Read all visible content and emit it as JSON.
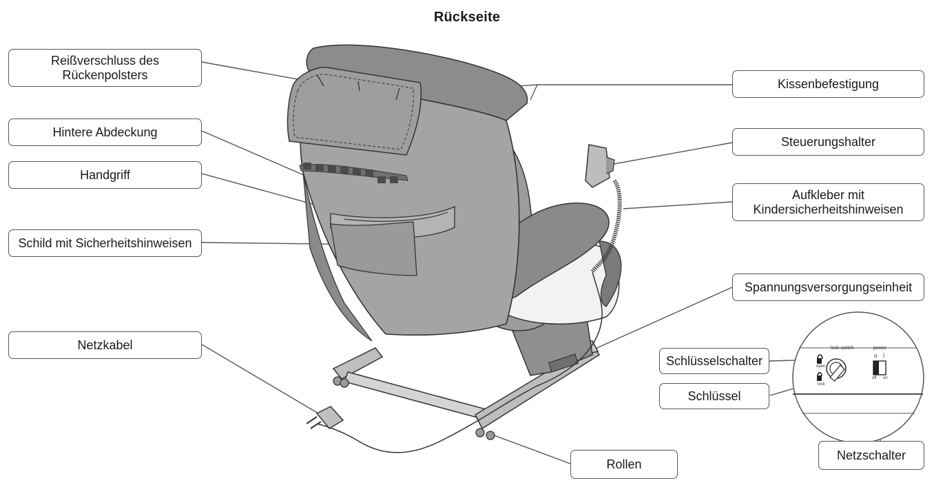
{
  "title": "Rückseite",
  "labels": {
    "reissverschluss": [
      "Reißverschluss des",
      "Rückenpolsters"
    ],
    "hintere_abdeckung": "Hintere Abdeckung",
    "handgriff": "Handgriff",
    "schild": "Schild mit Sicherheitshinweisen",
    "netzkabel": "Netzkabel",
    "kissenbefestigung": "Kissenbefestigung",
    "steuerungshalter": "Steuerungshalter",
    "aufkleber": [
      "Aufkleber mit",
      "Kindersicherheitshinweisen"
    ],
    "spannungsversorgung": "Spannungsversorgungseinheit",
    "schluesselschalter": "Schlüsselschalter",
    "schluessel": "Schlüssel",
    "netzschalter": "Netzschalter",
    "rollen": "Rollen"
  },
  "panel_text": {
    "lock_switch": "lock switch",
    "open": "open",
    "lock": "lock",
    "power": "power",
    "off": "off",
    "on": "on",
    "off_symbol": "o",
    "on_symbol": "|"
  }
}
